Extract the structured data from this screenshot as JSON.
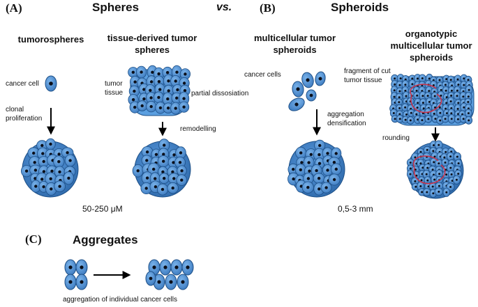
{
  "panel_a": {
    "letter": "(A)",
    "title": "Spheres",
    "vs": "vs.",
    "tumorospheres": {
      "title": "tumorospheres",
      "start_label": "cancer cell",
      "arrow_label": "clonal proliferation"
    },
    "tissue_derived": {
      "title": "tissue-derived tumor spheres",
      "start_label": "tumor tissue",
      "side_label": "partial dissosiation",
      "arrow_label": "remodelling"
    },
    "size_range": "50-250 μM"
  },
  "panel_b": {
    "letter": "(B)",
    "title": "Spheroids",
    "multicellular": {
      "title": "multicellular tumor spheroids",
      "start_label": "cancer cells",
      "arrow_label": "aggregation densification"
    },
    "organotypic": {
      "title": "organotypic multicellular tumor spheroids",
      "start_label": "fragment of cut tumor tissue",
      "arrow_label": "rounding"
    },
    "size_range": "0,5-3 mm"
  },
  "panel_c": {
    "letter": "(C)",
    "title": "Aggregates",
    "caption": "aggregation of individual cancer cells"
  },
  "colors": {
    "cell_fill": "#4f8fd0",
    "cell_stroke": "#1d4f86",
    "nucleus": "#0b0f1a",
    "tissue_bg": "#5b9fe0",
    "vessel": "#c8334a",
    "arrow": "#000000"
  }
}
